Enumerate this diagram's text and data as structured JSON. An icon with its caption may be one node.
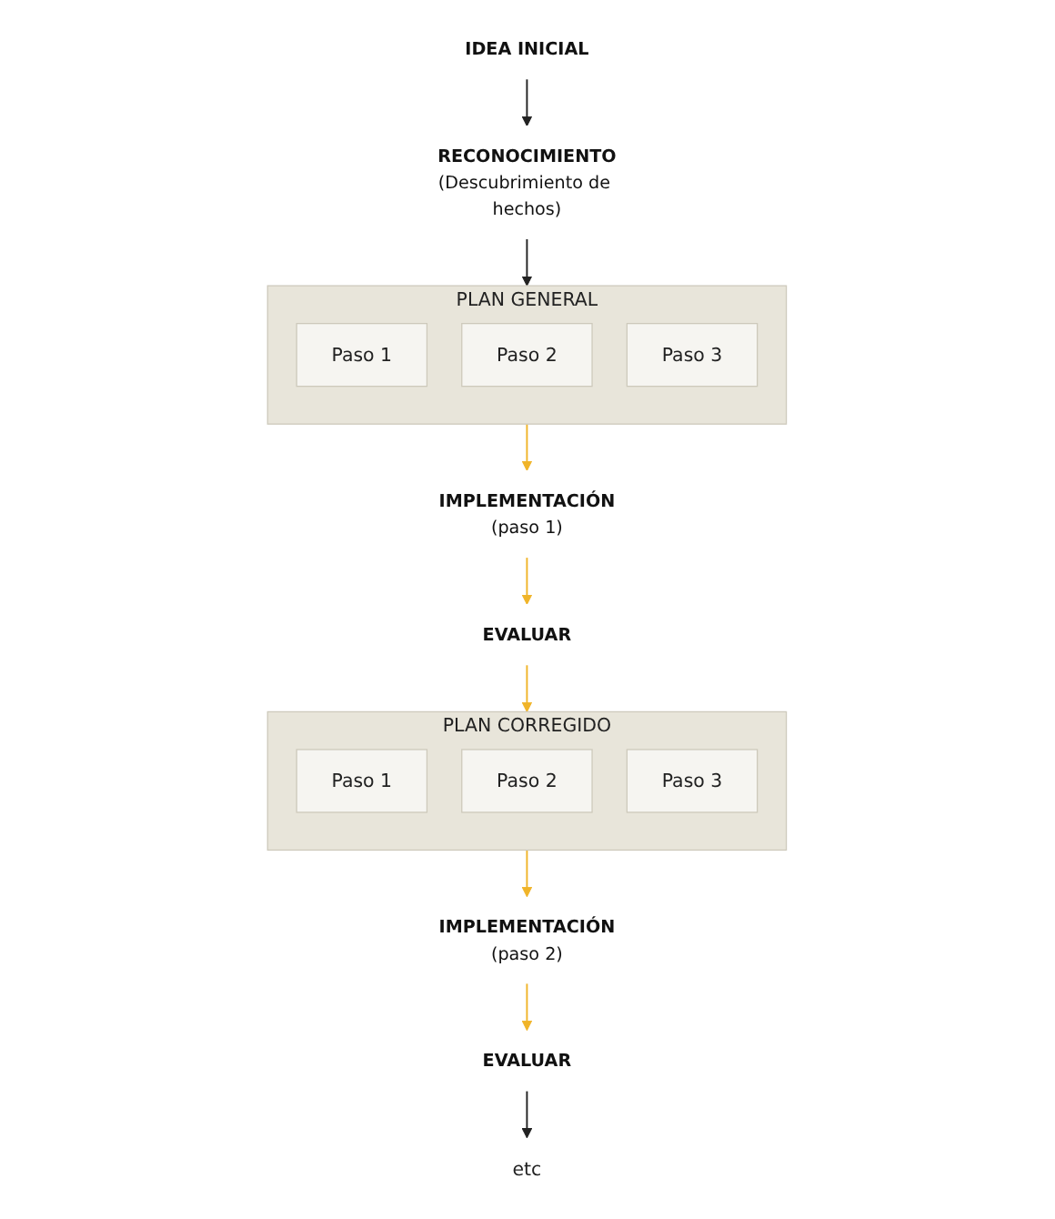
{
  "diagram": {
    "nodes": [
      {
        "text": [
          "IDEA INICIAL"
        ]
      },
      {
        "text": [
          "RECONOCIMIENTO",
          "(Descubrimiento de hechos)"
        ]
      },
      {
        "text": [
          "PLAN GENERAL"
        ]
      },
      {
        "text": [
          "Paso 1"
        ],
        "in": 2
      },
      {
        "text": [
          "Paso 2"
        ],
        "in": 2
      },
      {
        "text": [
          "Paso 3"
        ],
        "in": 2
      },
      {
        "text": [
          "IMPLEMENTACIÓN",
          "(paso 1)"
        ]
      },
      {
        "text": [
          "EVALUAR"
        ]
      },
      {
        "text": [
          "PLAN CORREGIDO"
        ]
      },
      {
        "text": [
          "Paso 1"
        ],
        "in": 8
      },
      {
        "text": [
          "Paso 2"
        ],
        "in": 8
      },
      {
        "text": [
          "Paso 3"
        ],
        "in": 8
      },
      {
        "text": [
          "IMPLEMENTACIÓN",
          "(paso 2)"
        ]
      },
      {
        "text": [
          "EVALUAR"
        ]
      },
      {
        "text": [
          "etc"
        ]
      }
    ],
    "edges": [
      {
        "from": 0,
        "to": 1,
        "arrow": "to",
        "color": "#222222"
      },
      {
        "from": 1,
        "to": 2,
        "arrow": "to",
        "color": "#222222"
      },
      {
        "from": 2,
        "to": 6,
        "arrow": "to"
      },
      {
        "from": 6,
        "to": 7,
        "arrow": "to"
      },
      {
        "from": 7,
        "to": 8,
        "arrow": "to"
      },
      {
        "from": 8,
        "to": 12,
        "arrow": "to"
      },
      {
        "from": 12,
        "to": 13,
        "arrow": "to"
      },
      {
        "from": 13,
        "to": 14,
        "arrow": "to",
        "color": "#222222"
      }
    ]
  }
}
